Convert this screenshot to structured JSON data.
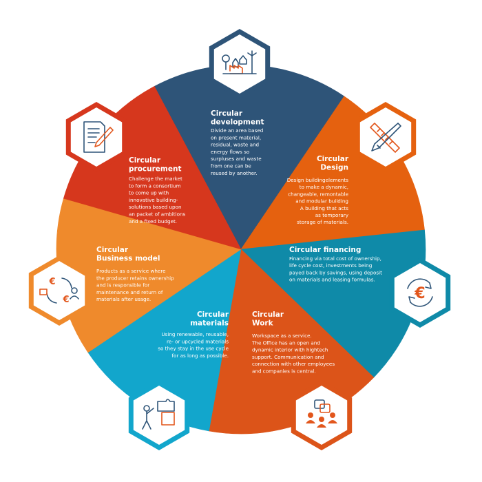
{
  "colors": {
    "navy": "#2e5478",
    "orange_dark": "#e5610f",
    "teal": "#0f8aa8",
    "red_orange": "#dc5419",
    "cyan": "#12a6cc",
    "orange": "#ef8a2c",
    "red": "#d6371d",
    "icon_line": "#2e5478",
    "icon_accent": "#e2561c"
  },
  "segments": [
    {
      "key": "development",
      "color": "#2e5478",
      "icon": "landscape-buildings-icon",
      "title": [
        "Circular",
        "development"
      ],
      "body": [
        "Divide an area based",
        "on present material,",
        "residual, waste and",
        "energy flows so",
        "surpluses and waste",
        "from one can be",
        "reused by another."
      ]
    },
    {
      "key": "design",
      "color": "#e5610f",
      "icon": "pencil-ruler-icon",
      "title": [
        "Circular",
        "Design"
      ],
      "body": [
        "Design buildingelements",
        "to make a dynamic,",
        "changeable, remontable",
        "and modular building",
        "A building that acts",
        "as temporary",
        "storage of materials."
      ]
    },
    {
      "key": "financing",
      "color": "#0f8aa8",
      "icon": "euro-cycle-icon",
      "title": [
        "Circular financing"
      ],
      "body": [
        "Financing via total cost of ownership,",
        "life cycle cost, investments being",
        "payed back by savings, using deposit",
        "on materials and leasing formulas."
      ]
    },
    {
      "key": "work",
      "color": "#dc5419",
      "icon": "team-meeting-icon",
      "title": [
        "Circular",
        "Work"
      ],
      "body": [
        "Workspace as a service.",
        "The Office has an open and",
        "dynamic interior with hightech",
        "support. Communication and",
        "connection with other employees",
        "and companies is central."
      ]
    },
    {
      "key": "materials",
      "color": "#12a6cc",
      "icon": "puzzle-person-icon",
      "title": [
        "Circular",
        "materials"
      ],
      "body": [
        "Using renewable, reusable,",
        "re- or upcycled materials",
        "so they stay in the use cycle",
        "for as long as possible."
      ]
    },
    {
      "key": "business",
      "color": "#ef8a2c",
      "icon": "euro-exchange-icon",
      "title": [
        "Circular",
        "Business model"
      ],
      "body": [
        "Products as a service where",
        "the producer retains ownership",
        "and is responsible for",
        "maintenance and return of",
        "materials after usage."
      ]
    },
    {
      "key": "procurement",
      "color": "#d6371d",
      "icon": "document-pen-icon",
      "title": [
        "Circular",
        "procurement"
      ],
      "body": [
        "Challenge the market",
        "to form a consortium",
        "to come up with",
        "innovative building-",
        "solutions based upon",
        "an packet of ambitions",
        "and a fixed budget."
      ]
    }
  ]
}
